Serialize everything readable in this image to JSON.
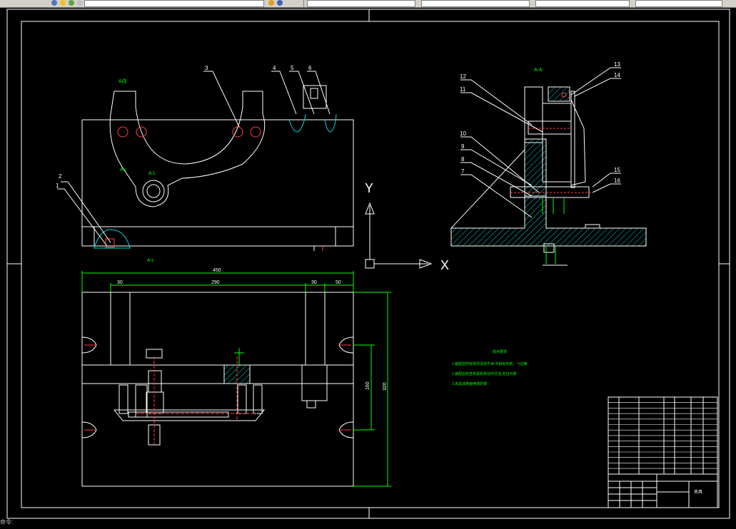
{
  "toolbar": {
    "layer_field": "",
    "dropdowns": [
      "",
      "",
      ""
    ]
  },
  "drawing": {
    "view_label_main": "A向",
    "view_label_section": "A-A",
    "label_a1": "A L",
    "label_a2": "A L",
    "label_a3": "A L",
    "ucs_x": "X",
    "ucs_y": "Y",
    "balloons_front": [
      "1",
      "2",
      "3",
      "4",
      "5",
      "6"
    ],
    "balloons_section": [
      "7",
      "8",
      "9",
      "10",
      "11",
      "12",
      "13",
      "14",
      "15",
      "16"
    ],
    "dims": {
      "total_length": "450",
      "d30a": "30",
      "d290": "290",
      "d30b": "30",
      "d50": "50",
      "d160": "160",
      "d320": "320"
    },
    "tech_req_title": "技术要求",
    "tech_req_lines": [
      "1.装配前所有零件清洗干净,不得有毛刺、飞边等",
      "2.装配后检查夹紧机构动作灵活,定位可靠",
      "3.夹具体表面喷漆防锈"
    ],
    "title_block_name": "夹具"
  },
  "command_line": "命令: "
}
